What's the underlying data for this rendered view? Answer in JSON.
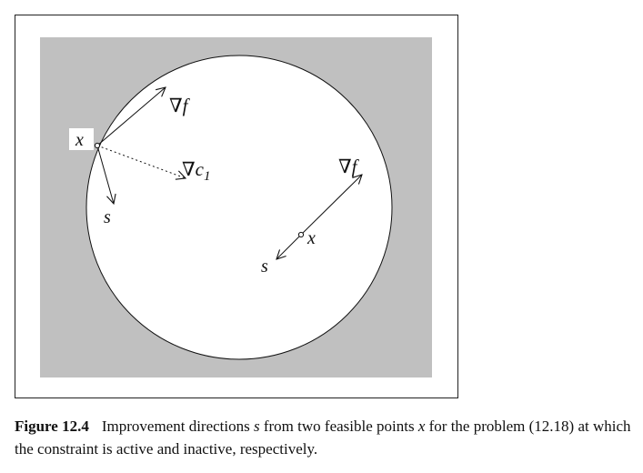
{
  "figure": {
    "colors": {
      "infeasible_region": "#c0c0c0",
      "feasible_region": "#ffffff",
      "line": "#111111"
    },
    "active_point": {
      "point_label": "x",
      "gradient_f_label": "∇f",
      "gradient_c_symbol": "∇c",
      "gradient_c_subscript": "1",
      "direction_label": "s"
    },
    "inactive_point": {
      "point_label": "x",
      "gradient_f_label": "∇f",
      "direction_label": "s"
    }
  },
  "caption": {
    "figure_number": "Figure 12.4",
    "text_part1": "Improvement directions ",
    "var_s": "s",
    "text_part2": " from two feasible points ",
    "var_x": "x",
    "text_part3": " for the problem (12.18) at which the constraint is active and inactive, respectively."
  }
}
